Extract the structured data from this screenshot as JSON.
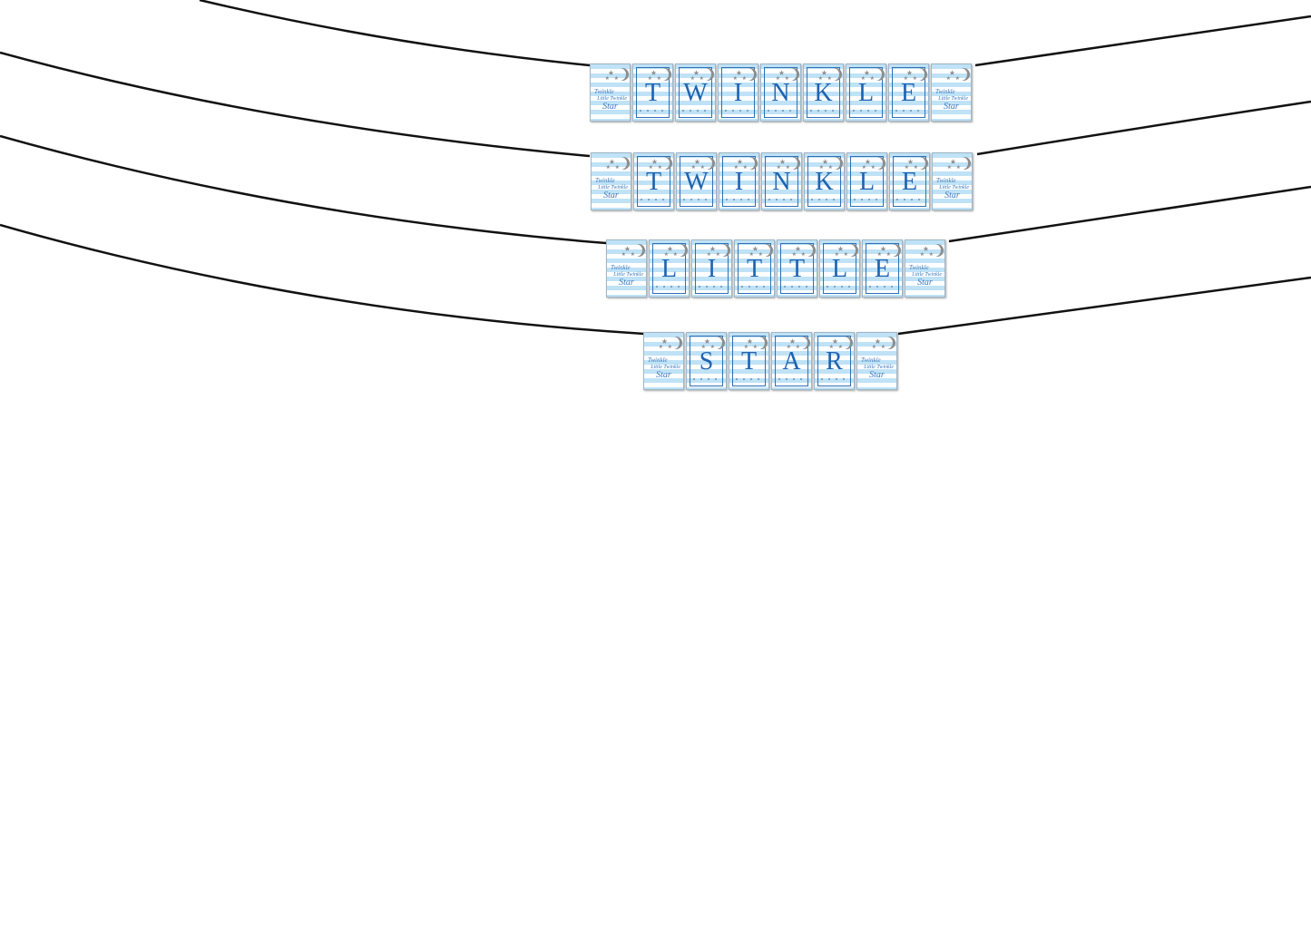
{
  "banner": {
    "rows": [
      {
        "letters": [
          "T",
          "W",
          "I",
          "N",
          "K",
          "L",
          "E"
        ]
      },
      {
        "letters": [
          "T",
          "W",
          "I",
          "N",
          "K",
          "L",
          "E"
        ]
      },
      {
        "letters": [
          "L",
          "I",
          "T",
          "T",
          "L",
          "E"
        ]
      },
      {
        "letters": [
          "S",
          "T",
          "A",
          "R"
        ]
      }
    ],
    "end_flag_text": {
      "line1": "Twinkle",
      "line2": "Little Twinkle",
      "line3": "Star"
    }
  },
  "colors": {
    "letter": "#1f63b0",
    "stripe": "#bfe2f6",
    "string": "#111111",
    "icon": "#8d8d8d"
  },
  "icons": {
    "corner": "moon-and-stars-icon"
  }
}
